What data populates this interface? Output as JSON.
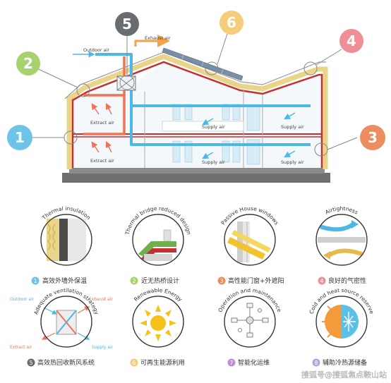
{
  "colors": {
    "c1": "#6ec4e8",
    "c2": "#a6d36f",
    "c3": "#ec8d5f",
    "c4": "#ee8f98",
    "c5": "#6a6d70",
    "c6": "#f5cd78",
    "c7": "#c28cd6",
    "c8": "#b1a2dc",
    "supply": "#4bb8e6",
    "extract": "#ef7356",
    "house_red": "#c52f2f",
    "insulation": "#ead48a",
    "ground": "#6f6f6f"
  },
  "markers": [
    {
      "num": "1"
    },
    {
      "num": "2"
    },
    {
      "num": "3"
    },
    {
      "num": "4"
    },
    {
      "num": "5"
    },
    {
      "num": "6"
    }
  ],
  "section": {
    "outdoor_air": "Outdoor air",
    "exhaust_air": "Exhaust air",
    "extract_air_1": "Extract air",
    "extract_air_2": "Extract air",
    "supply_air_1": "Supply air",
    "supply_air_2": "Supply air",
    "supply_air_3": "Supply air",
    "supply_air_4": "Supply air"
  },
  "features": [
    {
      "arc": "Thermal insulation",
      "num": "1",
      "label": "高效外墙外保温",
      "icon": "wall-insulation-icon"
    },
    {
      "arc": "Thermal bridge reduced design",
      "num": "2",
      "label": "近无热桥设计",
      "icon": "thermal-bridge-icon"
    },
    {
      "arc": "Passive House windows",
      "num": "3",
      "label": "高性能门窗+外遮阳",
      "icon": "window-icon"
    },
    {
      "arc": "Airtightness",
      "num": "4",
      "label": "良好的气密性",
      "icon": "airtightness-icon"
    },
    {
      "arc": "Adequate ventilation strategy",
      "num": "5",
      "label": "高效热回收新风系统",
      "icon": "heat-recovery-icon"
    },
    {
      "arc": "Renewable Energy",
      "num": "6",
      "label": "可再生能源利用",
      "icon": "sun-icon"
    },
    {
      "arc": "Operation and maintenance",
      "num": "7",
      "label": "智能化运维",
      "icon": "smart-operation-icon"
    },
    {
      "arc": "Cold and heat source reserve",
      "num": "8",
      "label": "辅助冷热源储备",
      "icon": "cold-heat-icon"
    }
  ],
  "vent_labels": {
    "outdoor_air": "Outdoor air",
    "exhaust_air": "Exhaust air",
    "extract_air": "Extract air",
    "supply_air": "Supply air"
  },
  "watermark": "搜狐号@搜狐焦点鞍山站"
}
